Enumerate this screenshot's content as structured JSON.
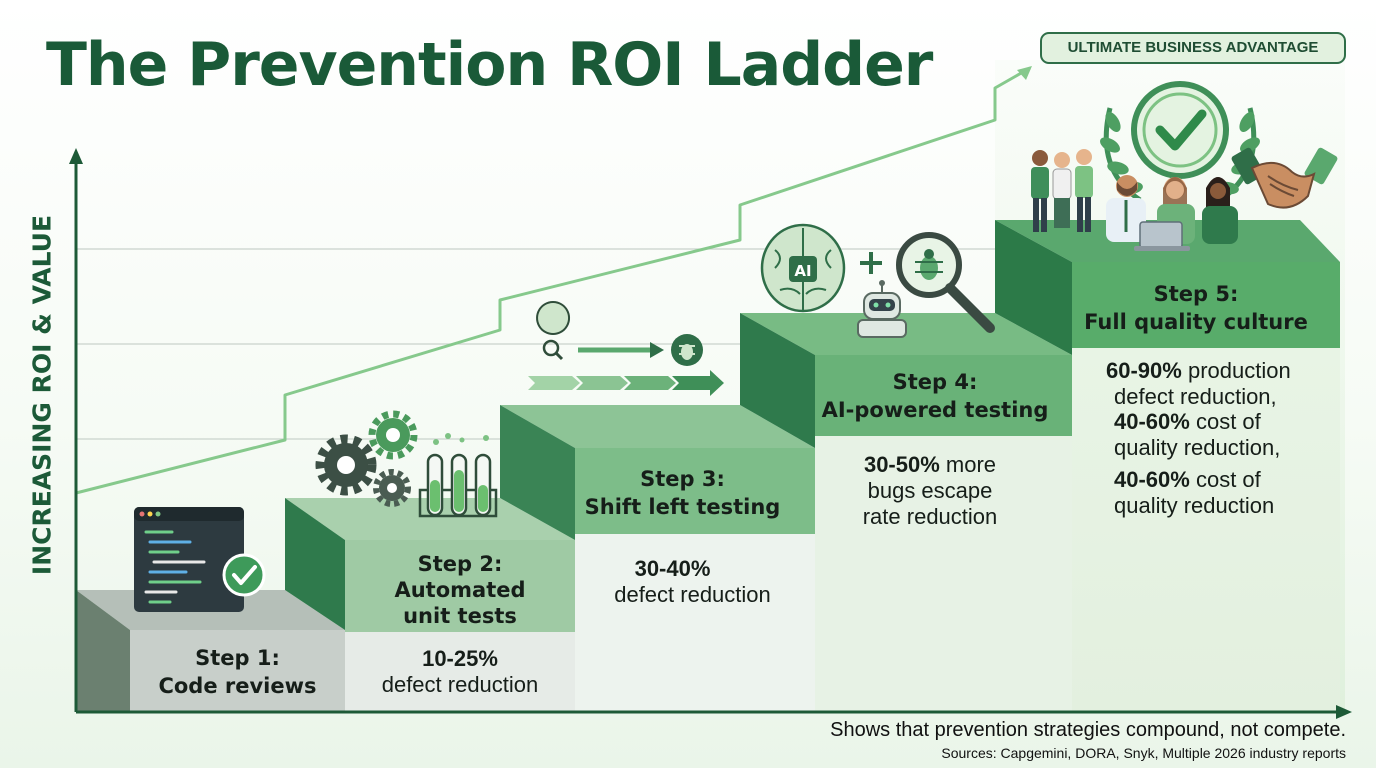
{
  "title": "The Prevention ROI Ladder",
  "badge": "ULTIMATE BUSINESS ADVANTAGE",
  "y_axis_label": "INCREASING ROI & VALUE",
  "steps": [
    {
      "title_line1": "Step 1:",
      "title_line2": "Code reviews",
      "desc": []
    },
    {
      "title_line1": "Step 2:",
      "title_line2": "Automated",
      "title_line3": "unit tests",
      "desc": [
        {
          "bold": "10-25%",
          "text": ""
        },
        {
          "bold": "",
          "text": "defect reduction"
        }
      ]
    },
    {
      "title_line1": "Step 3:",
      "title_line2": "Shift left testing",
      "desc": [
        {
          "bold": "30-40%",
          "text": ""
        },
        {
          "bold": "",
          "text": "defect reduction"
        }
      ]
    },
    {
      "title_line1": "Step 4:",
      "title_line2": "AI-powered testing",
      "desc": [
        {
          "bold": "30-50%",
          "text": " more"
        },
        {
          "bold": "",
          "text": "bugs escape"
        },
        {
          "bold": "",
          "text": "rate reduction"
        }
      ]
    },
    {
      "title_line1": "Step 5:",
      "title_line2": "Full quality culture",
      "desc": [
        {
          "bold": "60-90%",
          "text": " production"
        },
        {
          "bold": "",
          "text": "defect reduction,"
        },
        {
          "bold": "40-60%",
          "text": " cost of"
        },
        {
          "bold": "",
          "text": "quality reduction,"
        },
        {
          "bold": "40-60%",
          "text": " cost of"
        },
        {
          "bold": "",
          "text": "quality reduction"
        }
      ]
    }
  ],
  "footnote": "Shows that prevention strategies compound, not compete.",
  "sources": "Sources: Capgemini, DORA, Snyk, Multiple 2026 industry reports",
  "icons": {
    "step1": "code-editor-check-icon",
    "step2": "gears-test-tubes-icon",
    "step3": "search-arrow-bug-icon",
    "step4": "ai-brain-robot-bug-search-icon",
    "step5": "team-laurel-check-handshake-icon"
  },
  "colors": {
    "dark_green": "#1a5a38",
    "mid_green": "#5aa86e",
    "light_green": "#d9ecd6"
  }
}
